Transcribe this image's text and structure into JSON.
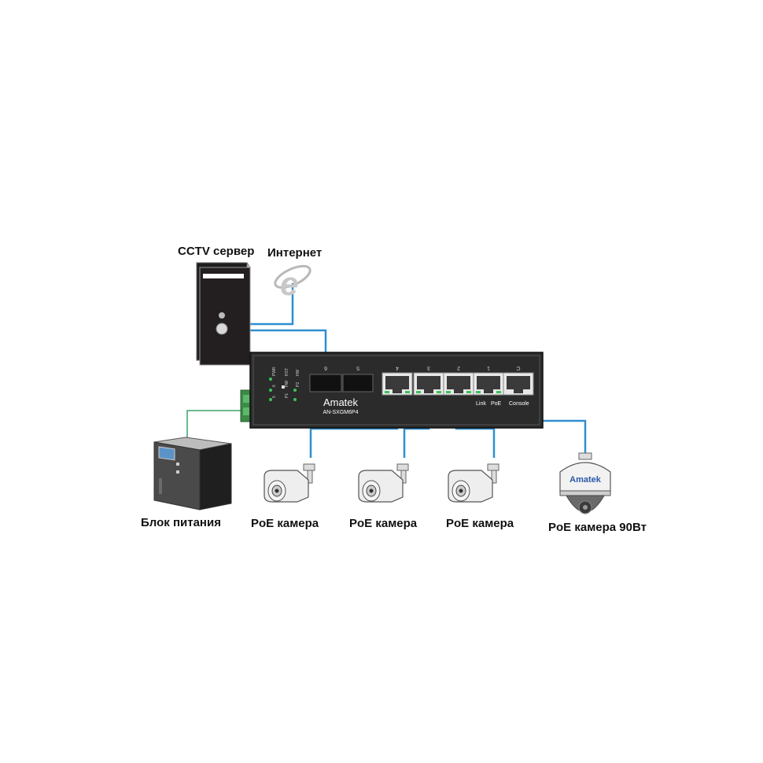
{
  "labels": {
    "cctv_server": "CCTV сервер",
    "internet": "Интернет",
    "power_supply": "Блок питания",
    "poe_camera_1": "PoE камера",
    "poe_camera_2": "PoE камера",
    "poe_camera_3": "PoE камера",
    "poe_camera_90w": "PoE камера 90Вт"
  },
  "switch": {
    "brand": "Amatek",
    "model": "AN-SXGM6P4",
    "led_labels": [
      "PWR",
      "6",
      "5",
      "RST",
      "HW",
      "P1",
      "P2",
      "HW"
    ],
    "port_numbers": [
      "6",
      "5",
      "4",
      "3",
      "2",
      "1",
      "C"
    ],
    "port_legend": [
      "Link",
      "PoE",
      "Console"
    ]
  },
  "dome_camera": {
    "brand": "Amatek"
  },
  "colors": {
    "cable": "#2f8fd0",
    "power_cable": "#3aa36b",
    "switch_body": "#2b2b2b",
    "led": "#3cc25a"
  }
}
